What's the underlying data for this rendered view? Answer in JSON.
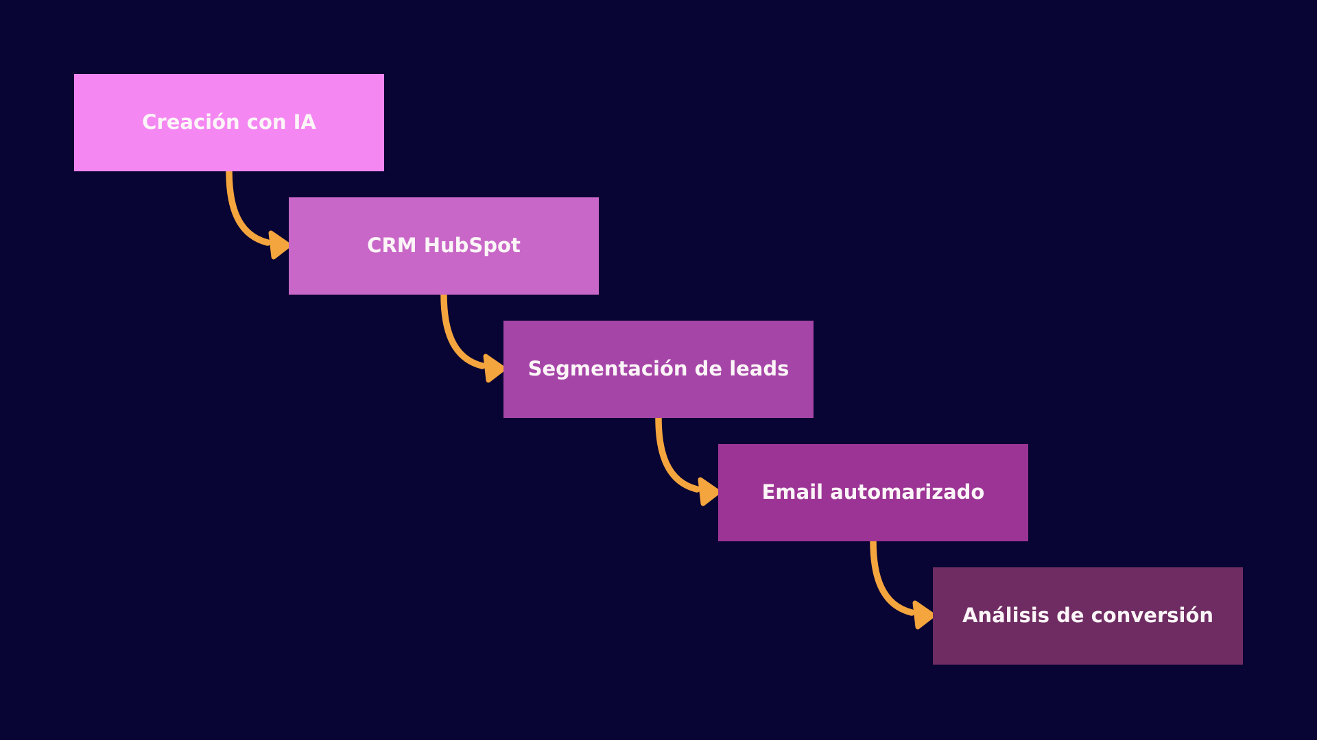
{
  "diagram": {
    "background_color": "#080433",
    "arrow_color": "#F5A53E",
    "text_color": "#FBF5F7",
    "nodes": [
      {
        "id": "creacion-con-ia",
        "label": "Creación con IA",
        "color": "#F487F2"
      },
      {
        "id": "crm-hubspot",
        "label": "CRM HubSpot",
        "color": "#C867C7"
      },
      {
        "id": "segmentacion-de-leads",
        "label": "Segmentación de leads",
        "color": "#A645A8"
      },
      {
        "id": "email-automarizado",
        "label": "Email automarizado",
        "color": "#9C3495"
      },
      {
        "id": "analisis-de-conversion",
        "label": "Análisis de conversión",
        "color": "#6F2C62"
      }
    ],
    "connections": [
      {
        "from": "creacion-con-ia",
        "to": "crm-hubspot"
      },
      {
        "from": "crm-hubspot",
        "to": "segmentacion-de-leads"
      },
      {
        "from": "segmentacion-de-leads",
        "to": "email-automarizado"
      },
      {
        "from": "email-automarizado",
        "to": "analisis-de-conversion"
      }
    ]
  }
}
